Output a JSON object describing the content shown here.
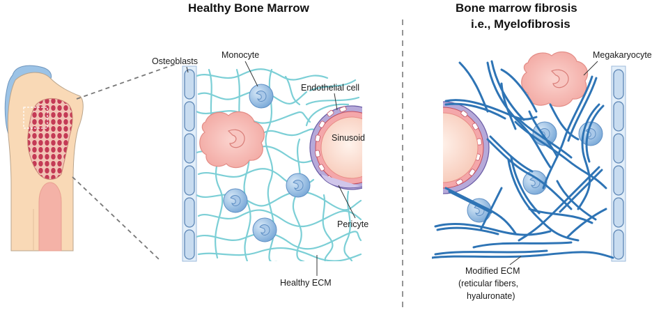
{
  "titles": {
    "healthy": "Healthy Bone Marrow",
    "fibrosis_line1": "Bone marrow fibrosis",
    "fibrosis_line2": "i.e., Myelofibrosis"
  },
  "labels": {
    "osteoblasts": "Osteoblasts",
    "monocyte": "Monocyte",
    "endothelial_cell": "Endothelial cell",
    "sinusoid": "Sinusoid",
    "pericyte": "Pericyte",
    "healthy_ecm": "Healthy ECM",
    "megakaryocyte": "Megakaryocyte",
    "modified_ecm_line1": "Modified ECM",
    "modified_ecm_line2": "(reticular fibers,",
    "modified_ecm_line3": "hyaluronate)"
  },
  "colors": {
    "bone_fill": "#f9d9b6",
    "bone_outline": "#b9a48c",
    "cartilage": "#9cc3e6",
    "marrow": "#c43a55",
    "healthy_fiber": "#7ccfd6",
    "fibrotic_fiber": "#2e74b5",
    "osteoblast": "#c8dcf0",
    "megakaryocyte": "#f6b7b1",
    "monocyte": "#8db8e3",
    "pericyte": "#9d8fc6",
    "endothelial": "#e8566a"
  }
}
